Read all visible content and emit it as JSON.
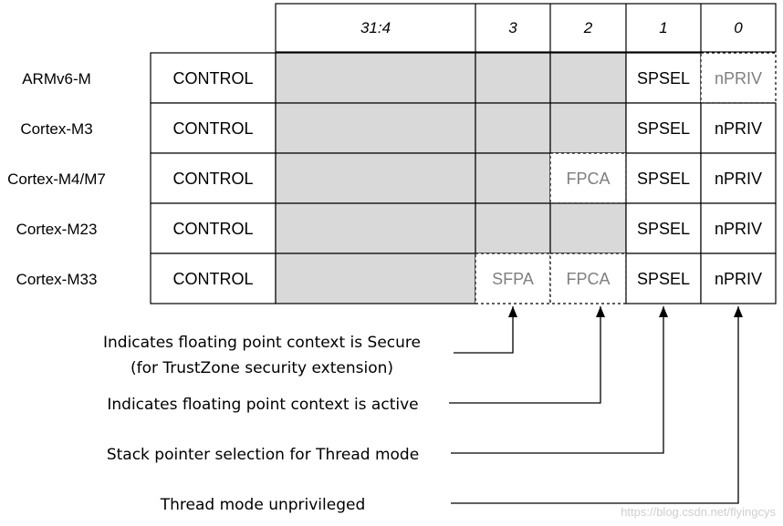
{
  "header": {
    "bits": [
      "31:4",
      "3",
      "2",
      "1",
      "0"
    ]
  },
  "rows": [
    {
      "label": "ARMv6-M",
      "register": "CONTROL",
      "bit3": "",
      "bit2": "",
      "bit1": "SPSEL",
      "bit0": "nPRIV"
    },
    {
      "label": "Cortex-M3",
      "register": "CONTROL",
      "bit3": "",
      "bit2": "",
      "bit1": "SPSEL",
      "bit0": "nPRIV"
    },
    {
      "label": "Cortex-M4/M7",
      "register": "CONTROL",
      "bit3": "",
      "bit2": "FPCA",
      "bit1": "SPSEL",
      "bit0": "nPRIV"
    },
    {
      "label": "Cortex-M23",
      "register": "CONTROL",
      "bit3": "",
      "bit2": "",
      "bit1": "SPSEL",
      "bit0": "nPRIV"
    },
    {
      "label": "Cortex-M33",
      "register": "CONTROL",
      "bit3": "SFPA",
      "bit2": "FPCA",
      "bit1": "SPSEL",
      "bit0": "nPRIV"
    }
  ],
  "notes": {
    "sfpa_line1": "Indicates floating point context is Secure",
    "sfpa_line2": "(for TrustZone security extension)",
    "fpca": "Indicates floating point context is active",
    "spsel": "Stack pointer selection for Thread mode",
    "npriv": "Thread mode unprivileged"
  },
  "watermark": "https://blog.csdn.net/flyingcys",
  "colors": {
    "reserved_fill": "#d9d9d9",
    "optional_text": "#7f7f7f",
    "border": "#000000"
  }
}
